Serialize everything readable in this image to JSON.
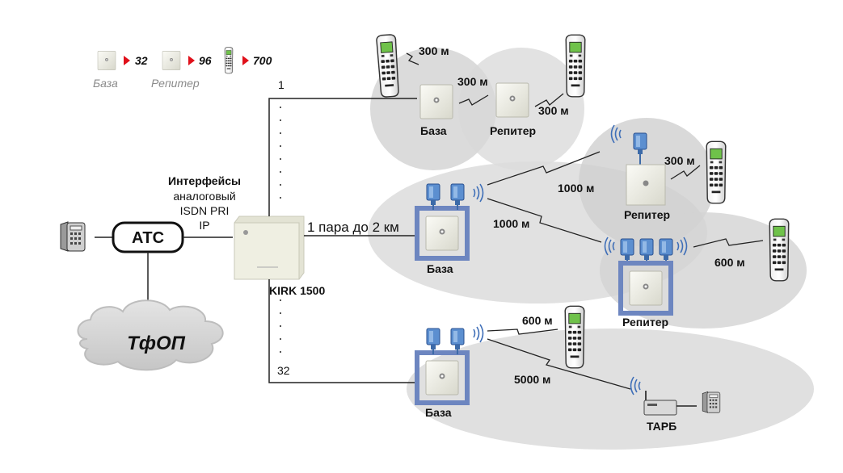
{
  "legend": {
    "base_label": "База",
    "base_count": "32",
    "repeater_label": "Репитер",
    "repeater_count": "96",
    "handset_count": "700"
  },
  "interfaces": {
    "title": "Интерфейсы",
    "analog": "аналоговый",
    "isdn": "ISDN PRI",
    "ip": "IP"
  },
  "ats_label": "АТС",
  "pstn_label": "ТфОП",
  "controller_label": "KIRK 1500",
  "port_first": "1",
  "port_last": "32",
  "pair_label": "1 пара до 2 км",
  "labels": {
    "base": "База",
    "repeater": "Репитер",
    "tarb": "ТАРБ",
    "d300": "300 м",
    "d600": "600 м",
    "d1000": "1000 м",
    "d5000": "5000 м"
  },
  "colors": {
    "cell": "#d6d6d6",
    "frame": "#6d86c0",
    "antenna": "#4a7cc0",
    "red_arrow": "#e0101a"
  }
}
